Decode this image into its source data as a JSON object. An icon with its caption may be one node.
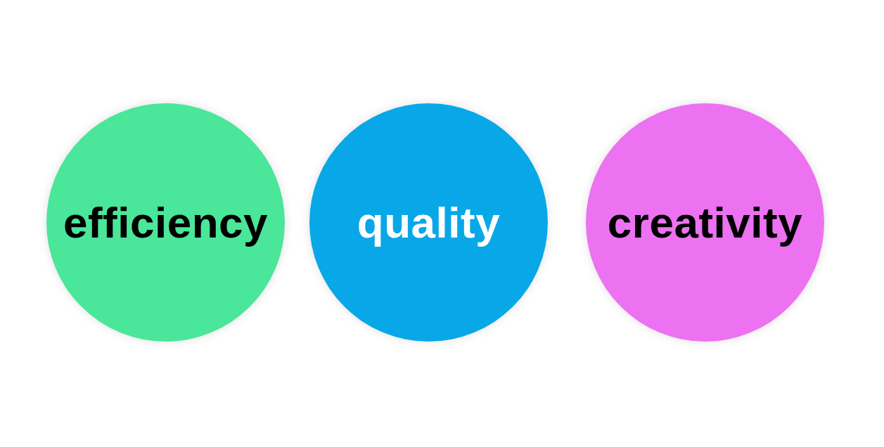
{
  "diagram": {
    "nodes": [
      {
        "text": [
          "efficiency"
        ]
      },
      {
        "text": [
          "quality"
        ]
      },
      {
        "text": [
          "creativity"
        ]
      }
    ]
  }
}
